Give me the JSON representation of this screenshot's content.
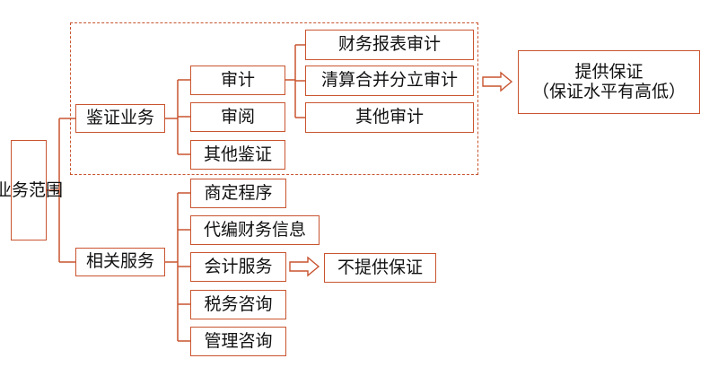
{
  "diagram": {
    "root": {
      "chars": [
        "业",
        "务",
        "范",
        "围"
      ]
    },
    "attest": {
      "label": "鉴证业务",
      "audit": {
        "label": "审计",
        "children": [
          "财务报表审计",
          "清算合并分立审计",
          "其他审计"
        ]
      },
      "review": {
        "label": "审阅"
      },
      "other": {
        "label": "其他鉴证"
      },
      "assurance": {
        "line1": "提供保证",
        "line2": "（保证水平有高低）"
      }
    },
    "related": {
      "label": "相关服务",
      "items": [
        "商定程序",
        "代编财务信息",
        "会计服务",
        "税务咨询",
        "管理咨询"
      ],
      "no_assurance": "不提供保证"
    },
    "colors": {
      "line": "#c9542f",
      "text": "#111111",
      "background": "#ffffff"
    }
  }
}
